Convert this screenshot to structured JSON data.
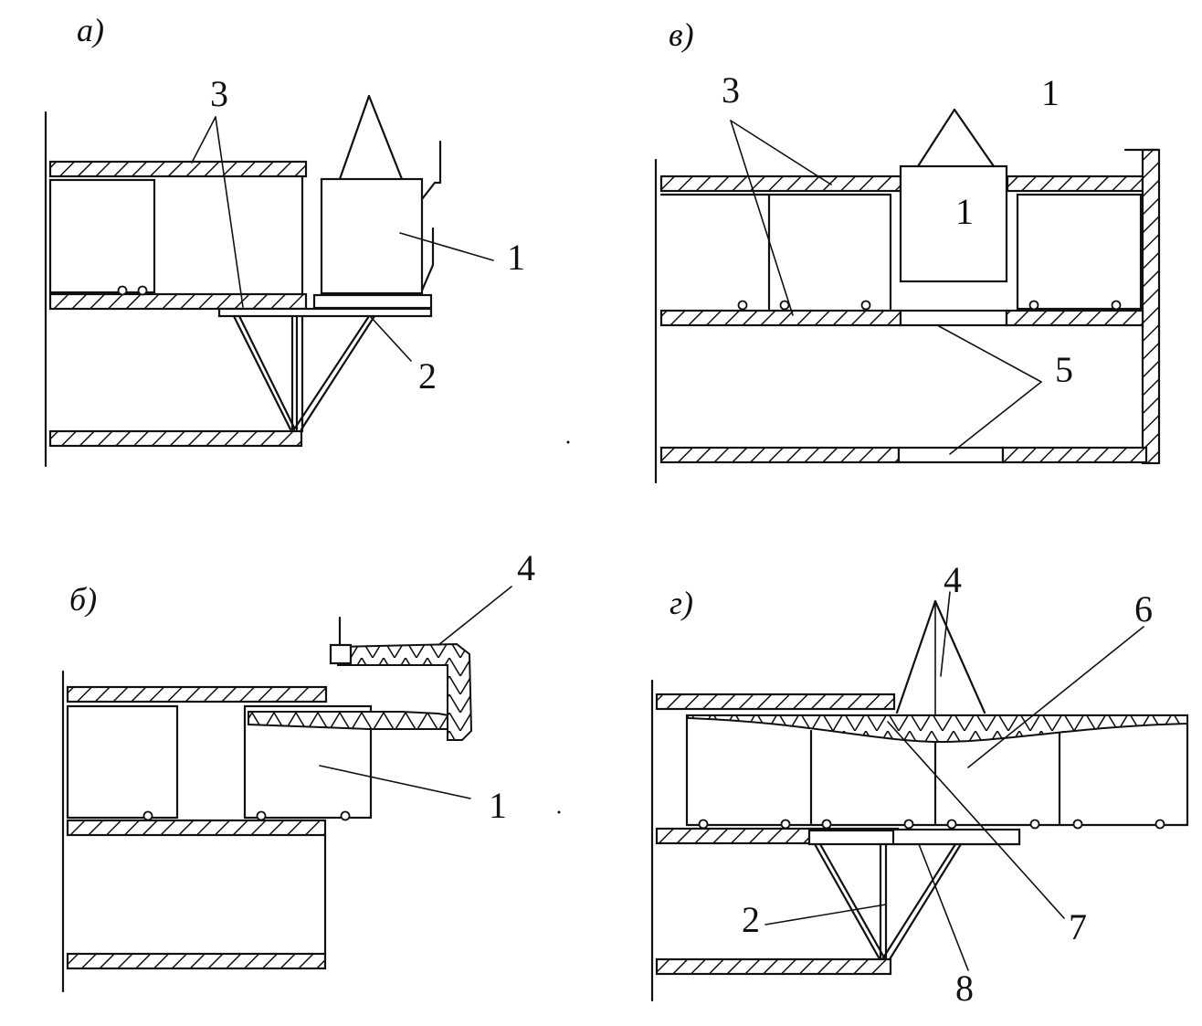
{
  "subfigures": {
    "a": "а)",
    "v": "в)",
    "b": "б)",
    "g": "г)"
  },
  "labels": {
    "a_1": "1",
    "a_2": "2",
    "a_3": "3",
    "v_1": "1",
    "v_3": "3",
    "v_5": "5",
    "b_1": "1",
    "b_4": "4",
    "g_2": "2",
    "g_4": "4",
    "g_6": "6",
    "g_7": "7",
    "g_8": "8"
  }
}
